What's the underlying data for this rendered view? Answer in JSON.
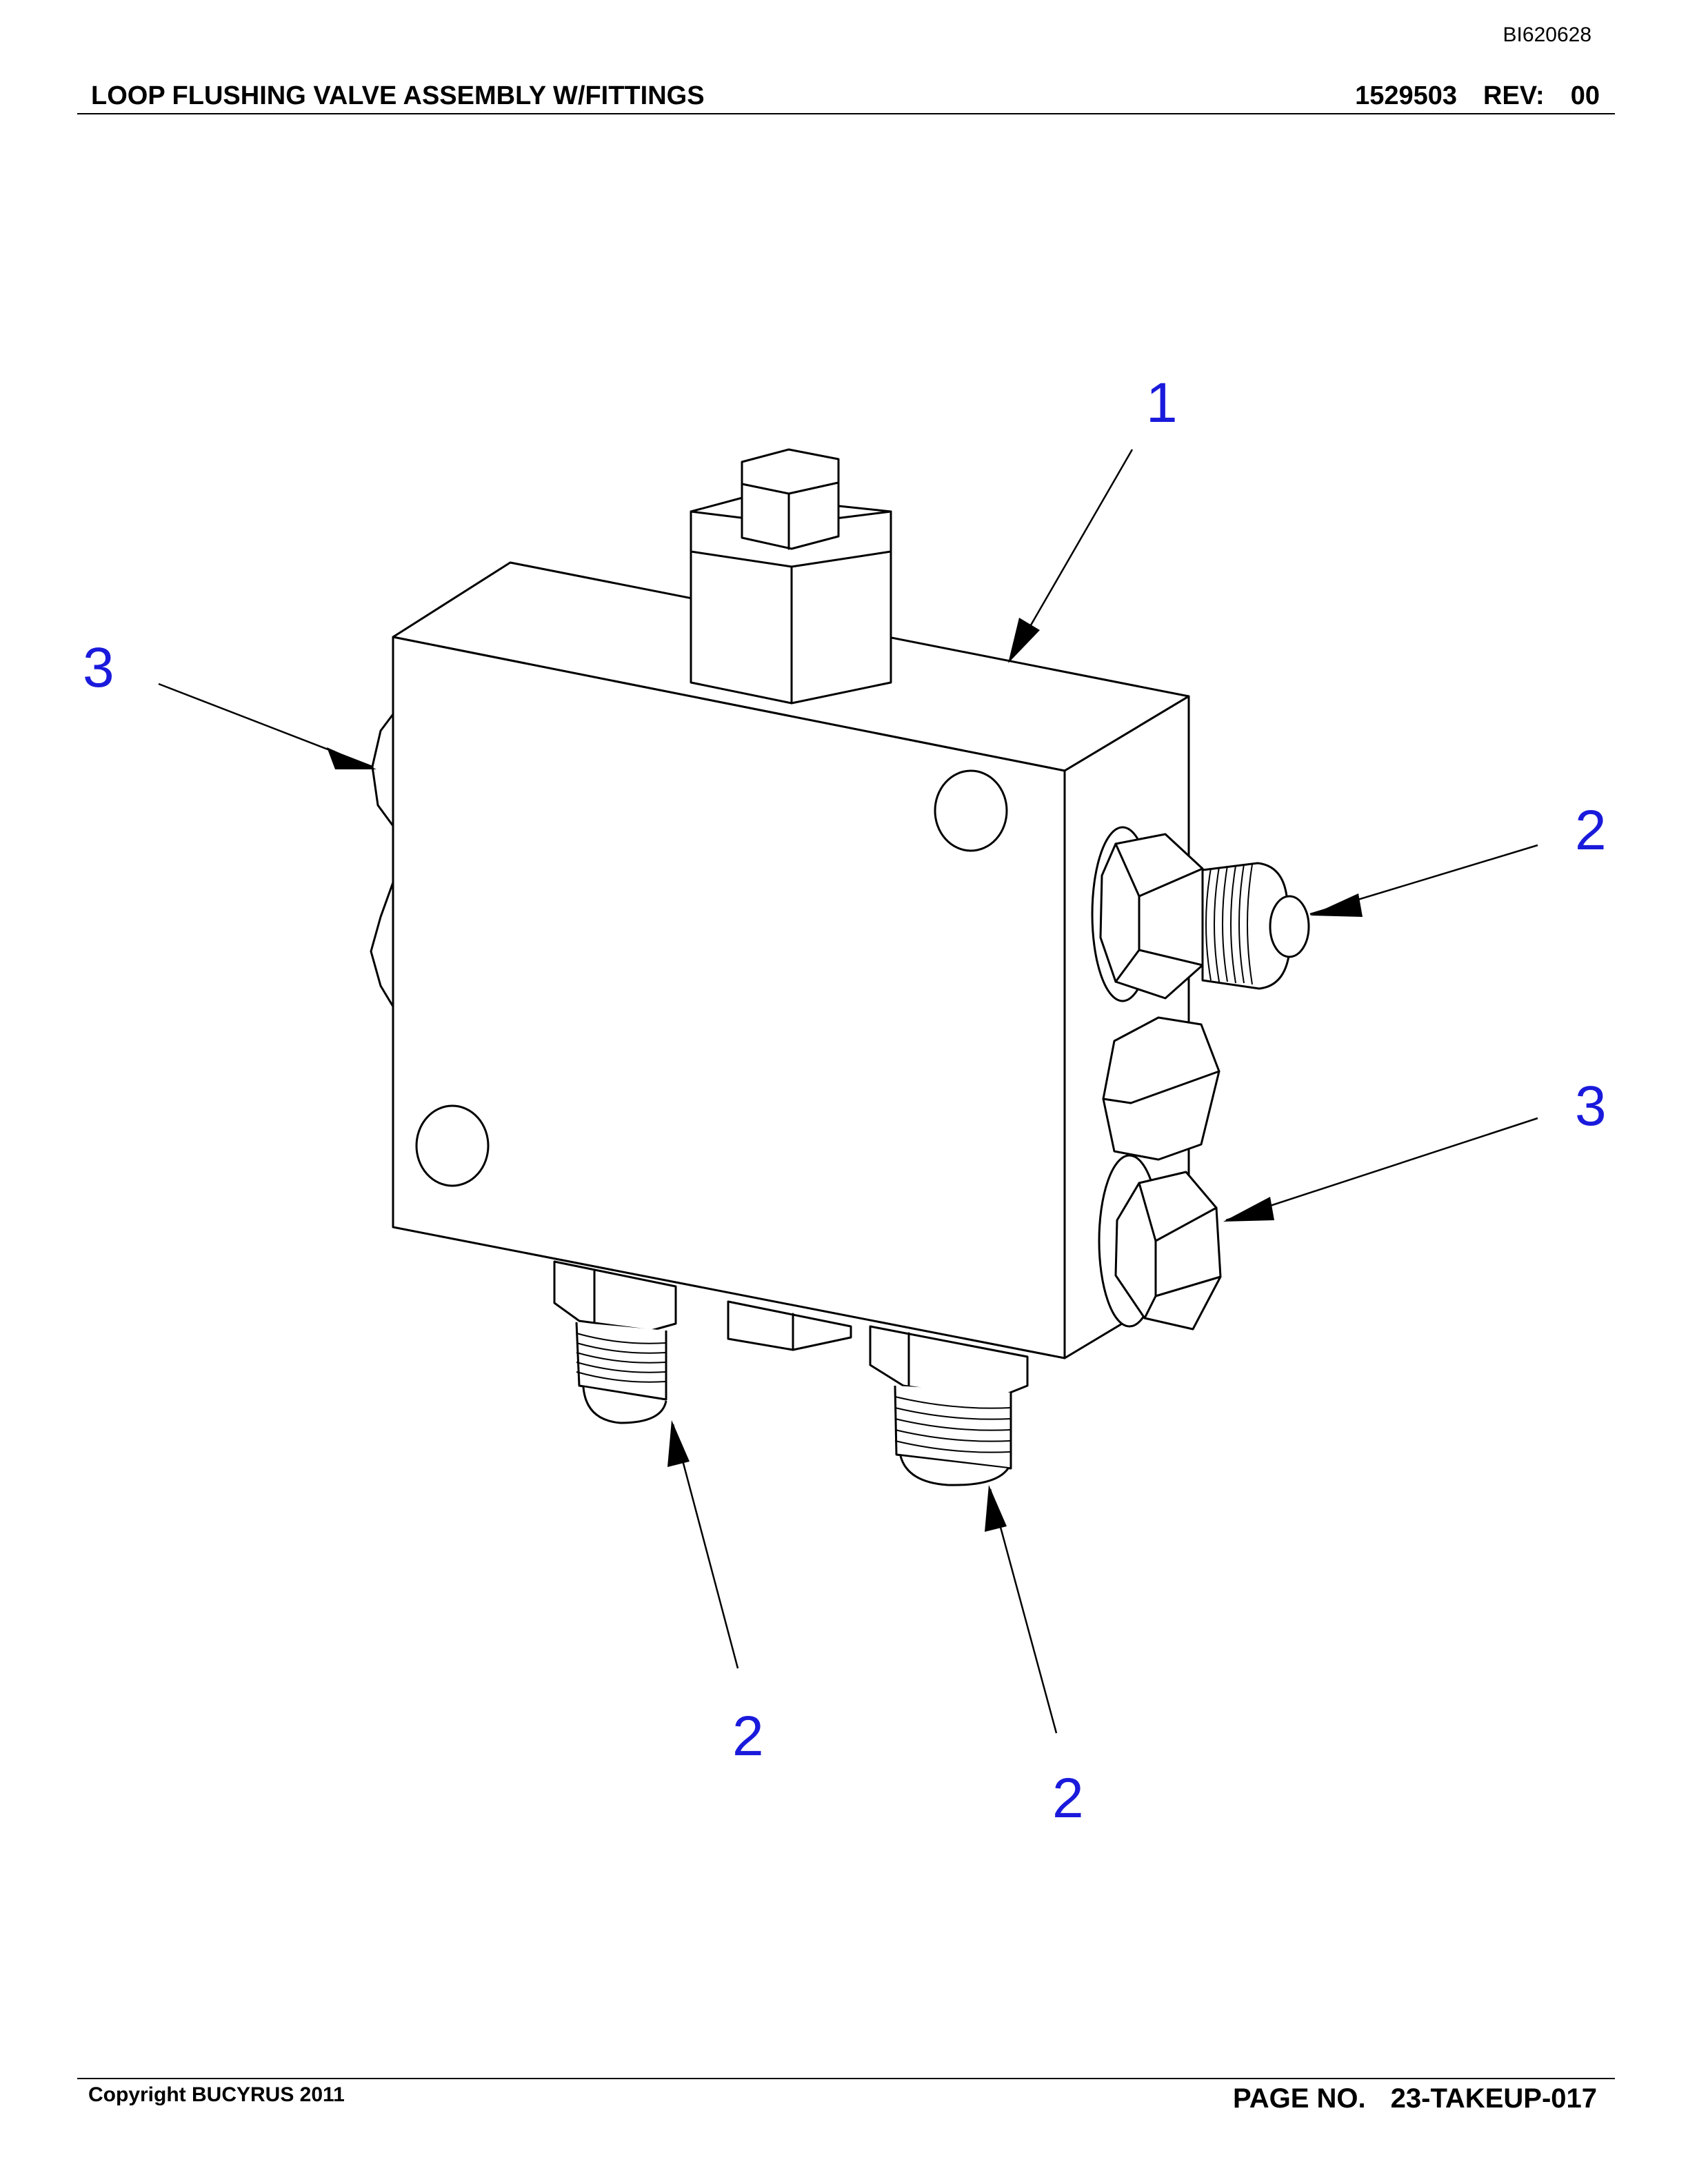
{
  "header": {
    "doc_id": "BI620628",
    "title": "LOOP FLUSHING VALVE ASSEMBLY W/FITTINGS",
    "part_number": "1529503",
    "rev_label": "REV:",
    "rev_value": "00"
  },
  "footer": {
    "copyright": "Copyright BUCYRUS 2011",
    "page_label": "PAGE NO.",
    "page_value": "23-TAKEUP-017"
  },
  "callouts": [
    {
      "id": "c1",
      "label": "1"
    },
    {
      "id": "c2a",
      "label": "2"
    },
    {
      "id": "c3a",
      "label": "3"
    },
    {
      "id": "c3b",
      "label": "3"
    },
    {
      "id": "c2b",
      "label": "2"
    },
    {
      "id": "c2c",
      "label": "2"
    }
  ],
  "colors": {
    "callout": "#1a1adc",
    "line": "#000000"
  }
}
